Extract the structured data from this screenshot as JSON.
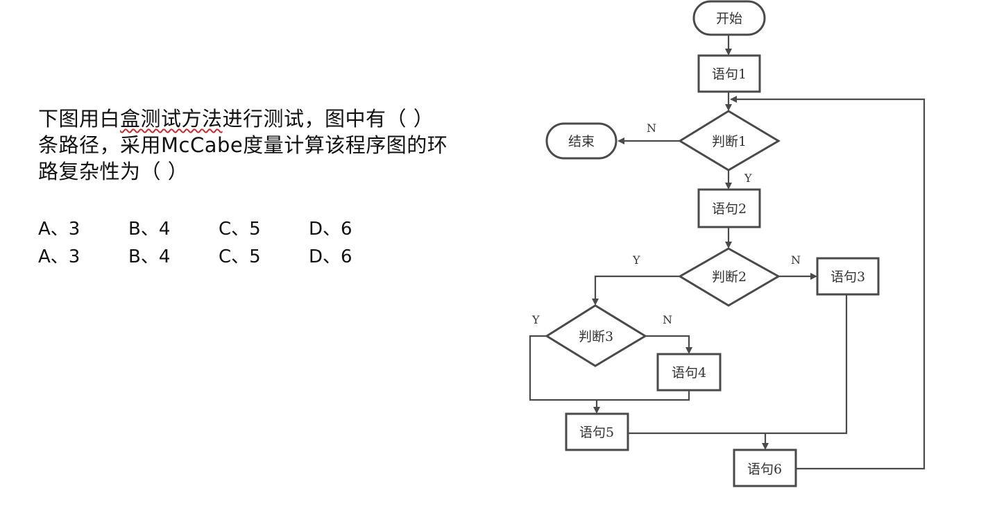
{
  "question": {
    "line1_pre": "下图用白",
    "line1_underlined": "盒测试方法",
    "line1_post": "进行测试，图中有（  ）",
    "line2": "条路径，采用McCabe度量计算该程序图的环",
    "line3": "路复杂性为（  ）"
  },
  "options": {
    "row1": [
      "A、3",
      "B、4",
      "C、5",
      "D、6"
    ],
    "row2": [
      "A、3",
      "B、4",
      "C、5",
      "D、6"
    ]
  },
  "flowchart": {
    "start": "开始",
    "stmt1": "语句1",
    "judge1": "判断1",
    "end": "结束",
    "stmt2": "语句2",
    "judge2": "判断2",
    "stmt3": "语句3",
    "judge3": "判断3",
    "stmt4": "语句4",
    "stmt5": "语句5",
    "stmt6": "语句6",
    "labels": {
      "j1_no": "N",
      "j1_yes": "Y",
      "j2_yes": "Y",
      "j2_no": "N",
      "j3_yes": "Y",
      "j3_no": "N"
    }
  }
}
